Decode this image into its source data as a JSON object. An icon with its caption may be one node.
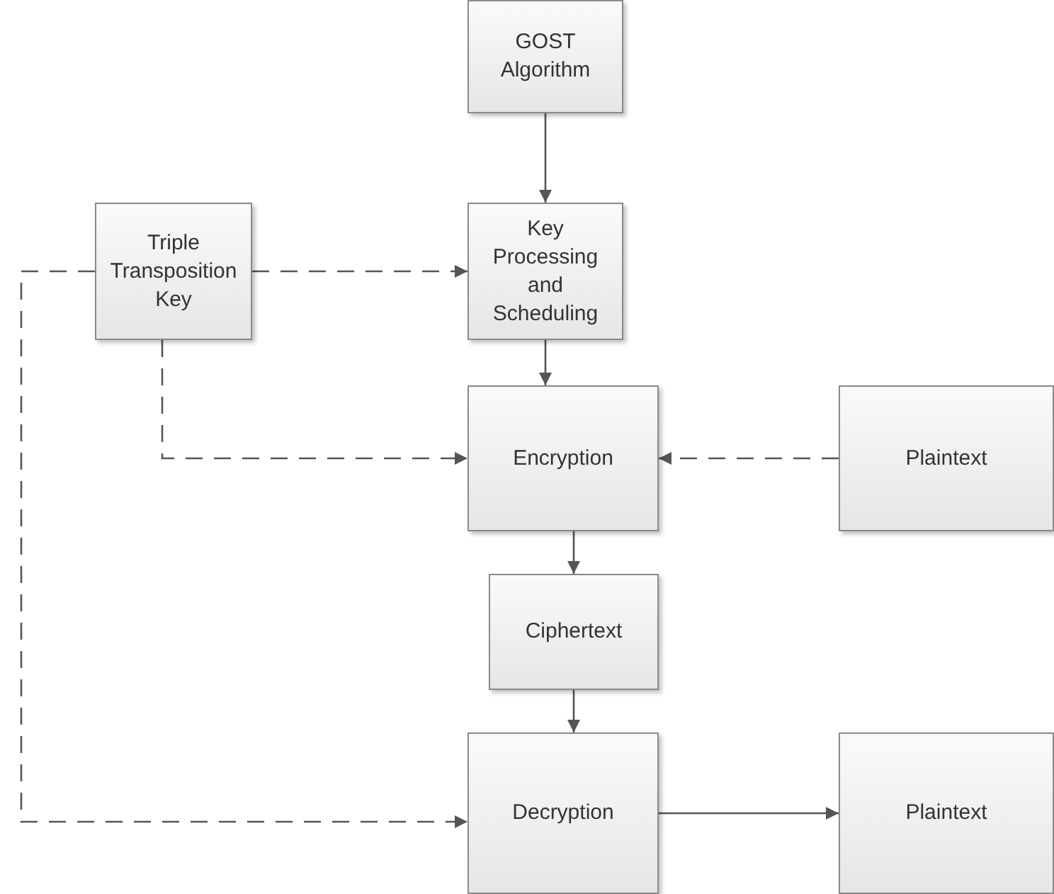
{
  "diagram": {
    "nodes": [
      {
        "text": [
          "GOST Algorithm"
        ]
      },
      {
        "text": [
          "Triple Transposition Key"
        ]
      },
      {
        "text": [
          "Key Processing and Scheduling"
        ]
      },
      {
        "text": [
          "Encryption"
        ]
      },
      {
        "text": [
          "Plaintext"
        ]
      },
      {
        "text": [
          "Ciphertext"
        ]
      },
      {
        "text": [
          "Decryption"
        ]
      },
      {
        "text": [
          "Plaintext"
        ]
      }
    ],
    "edges": [
      {
        "from": 0,
        "to": 2,
        "arrow": "to"
      },
      {
        "from": 1,
        "to": 2,
        "arrow": "to",
        "style": "dashed"
      },
      {
        "from": 2,
        "to": 3,
        "arrow": "to"
      },
      {
        "from": 1,
        "to": 3,
        "arrow": "to",
        "style": "dashed"
      },
      {
        "from": 4,
        "to": 3,
        "arrow": "to",
        "style": "dashed"
      },
      {
        "from": 3,
        "to": 5,
        "arrow": "to"
      },
      {
        "from": 5,
        "to": 6,
        "arrow": "to"
      },
      {
        "from": 1,
        "to": 6,
        "arrow": "to",
        "style": "dashed"
      },
      {
        "from": 6,
        "to": 7,
        "arrow": "to"
      }
    ]
  }
}
